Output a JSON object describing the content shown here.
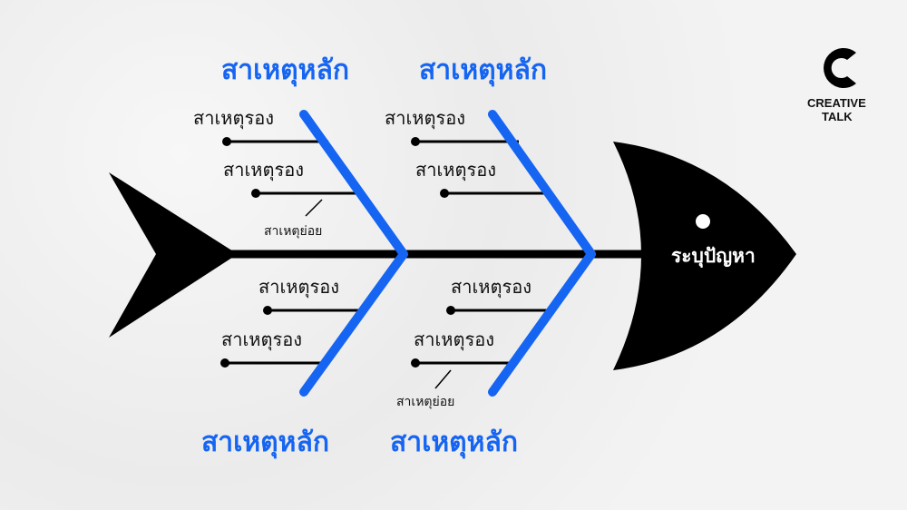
{
  "problem": "ระบุปัญหา",
  "main_causes": {
    "top_left": "สาเหตุหลัก",
    "top_right": "สาเหตุหลัก",
    "bottom_left": "สาเหตุหลัก",
    "bottom_right": "สาเหตุหลัก"
  },
  "sub_causes": {
    "tl_1": "สาเหตุรอง",
    "tl_2": "สาเหตุรอง",
    "tr_1": "สาเหตุรอง",
    "tr_2": "สาเหตุรอง",
    "bl_1": "สาเหตุรอง",
    "bl_2": "สาเหตุรอง",
    "br_1": "สาเหตุรอง",
    "br_2": "สาเหตุรอง"
  },
  "minor_causes": {
    "top": "สาเหตุย่อย",
    "bottom": "สาเหตุย่อย"
  },
  "logo": {
    "line1": "CREATIVE",
    "line2": "TALK",
    "icon": "creative-talk-c-icon"
  },
  "colors": {
    "bone_blue": "#1565f2",
    "ink": "#000000",
    "background": "#efefef"
  }
}
